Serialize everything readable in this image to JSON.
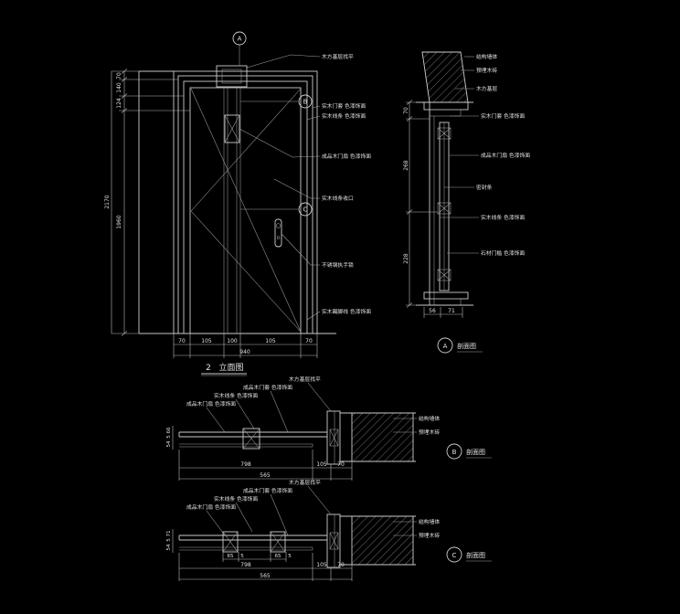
{
  "drawing": {
    "bg": "#000000",
    "line_color": "#cdcdcd",
    "text_color": "#e2e2e2"
  },
  "elevation": {
    "title_num": "2",
    "title": "立面图",
    "marker_top": "A",
    "marker_upper": "B",
    "marker_lower": "C",
    "dim_total_h": "2170",
    "dims_left": [
      "70",
      "140",
      "124",
      "1960"
    ],
    "dims_bottom": [
      "70",
      "105",
      "100",
      "105",
      "70"
    ],
    "dim_total_w": "940",
    "callouts": [
      "木方基层找平",
      "实木门套 色漆饰面",
      "实木线条 色漆饰面",
      "成品木门扇 色漆饰面",
      "实木线条收口",
      "不锈钢执手锁",
      "实木踢脚线 色漆饰面"
    ]
  },
  "section_a": {
    "marker": "A",
    "label": "剖面图",
    "dims_left": [
      "70",
      "268",
      "228"
    ],
    "dims_bottom": [
      "56",
      "71"
    ],
    "callouts": [
      "结构墙体",
      "预埋木砖",
      "木方基层",
      "实木门套 色漆饰面",
      "成品木门扇 色漆饰面",
      "密封条",
      "实木线条 色漆饰面",
      "石材门槛 色漆饰面"
    ]
  },
  "section_b": {
    "marker": "B",
    "label": "剖面图",
    "dims_left": [
      "66",
      "5",
      "54"
    ],
    "dims_bottom": [
      "798",
      "105",
      "70"
    ],
    "dim_total": "565",
    "callouts": [
      "木方基层找平",
      "成品木门套 色漆饰面",
      "实木线条 色漆饰面",
      "成品木门扇 色漆饰面",
      "结构墙体",
      "预埋木砖"
    ]
  },
  "section_c": {
    "marker": "C",
    "label": "剖面图",
    "dims_left": [
      "71",
      "5",
      "54"
    ],
    "dims_small": [
      "65",
      "5",
      "65",
      "5"
    ],
    "dims_bottom": [
      "798",
      "105",
      "70"
    ],
    "dim_total": "565",
    "callouts": [
      "木方基层找平",
      "成品木门套 色漆饰面",
      "实木线条 色漆饰面",
      "成品木门扇 色漆饰面",
      "结构墙体",
      "预埋木砖"
    ]
  }
}
